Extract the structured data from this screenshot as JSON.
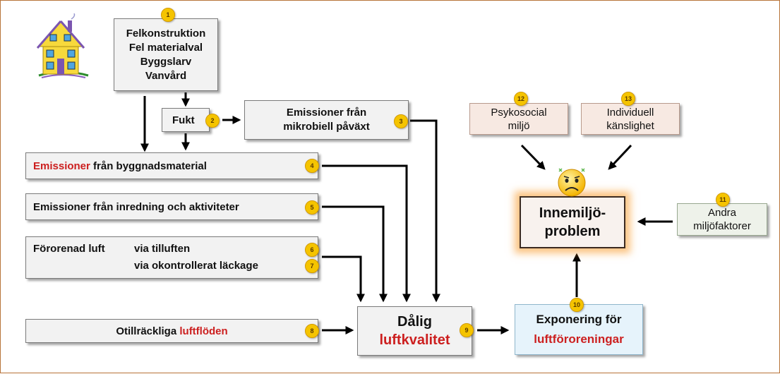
{
  "boxes": {
    "causes": [
      "Felkonstruktion",
      "Fel materialval",
      "Byggslarv",
      "Vanvård"
    ],
    "fukt": "Fukt",
    "microbial": [
      "Emissioner från",
      "mikrobiell påväxt"
    ],
    "building_materials": {
      "red": "Emissioner",
      "rest": " från byggnadsmaterial"
    },
    "furnishing": "Emissioner från inredning och aktiviteter",
    "polluted_air": {
      "label": "Förorenad luft",
      "via1": "via tilluften",
      "via2": "via okontrollerat läckage"
    },
    "insufficient_flow": {
      "text": "Otillräckliga ",
      "red": "luftflöden"
    },
    "bad_air": {
      "line1": "Dålig",
      "red": "luftkvalitet"
    },
    "exposure": {
      "line1": "Exponering för",
      "red": "luftföroreningar"
    },
    "indoor_problem": [
      "Innemiljö-",
      "problem"
    ],
    "psychosocial": [
      "Psykosocial",
      "miljö"
    ],
    "individual": [
      "Individuell",
      "känslighet"
    ],
    "other_factors": [
      "Andra",
      "miljöfaktorer"
    ]
  },
  "badges": [
    "1",
    "2",
    "3",
    "4",
    "5",
    "6",
    "7",
    "8",
    "9",
    "10",
    "11",
    "12",
    "13"
  ],
  "colors": {
    "box_fill": "#f2f2f2",
    "red_text": "#cc1f1f",
    "badge_fill": "#f5c400",
    "exposure_fill": "#e6f3fb",
    "pink_fill": "#f7e9e2",
    "green_fill": "#eef2ea",
    "glow": "#f7941d"
  },
  "icons": {
    "house": "house-icon",
    "sad_face": "sad-face-icon"
  }
}
